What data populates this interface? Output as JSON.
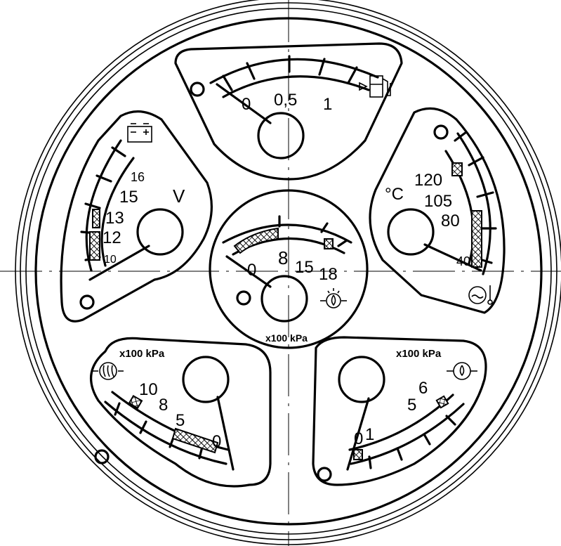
{
  "gauges": {
    "fuel": {
      "scale": [
        "0",
        "0,5",
        "1"
      ],
      "icon": "fuel-pump-icon"
    },
    "voltage": {
      "unit": "V",
      "scale": [
        "16",
        "15",
        "13",
        "12",
        "10"
      ],
      "icon": "battery-icon"
    },
    "temperature": {
      "unit": "°C",
      "scale": [
        "120",
        "105",
        "80",
        "40"
      ],
      "icon": "coolant-temperature-icon"
    },
    "oil_pressure": {
      "unit": "x100 kPa",
      "scale": [
        "0",
        "8",
        "15",
        "18"
      ],
      "icon": "oil-pressure-icon"
    },
    "heater_pressure": {
      "unit": "x100 kPa",
      "scale": [
        "10",
        "8",
        "5",
        "0"
      ],
      "icon": "heater-icon"
    },
    "engine_oil_pressure": {
      "unit": "x100 kPa",
      "scale": [
        "0",
        "1",
        "5",
        "6"
      ],
      "icon": "engine-oil-icon"
    }
  }
}
